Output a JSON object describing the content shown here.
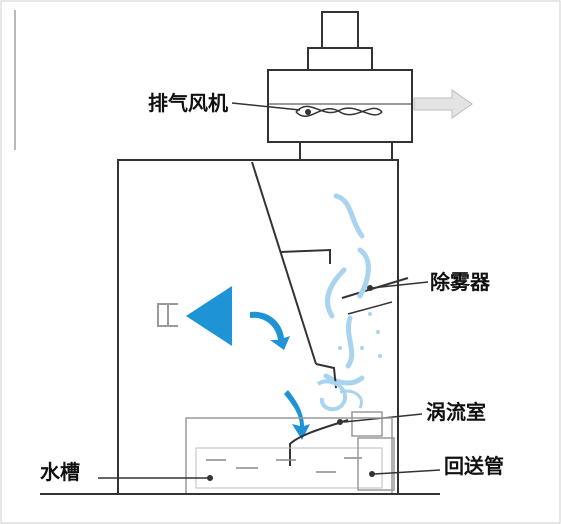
{
  "labels": {
    "exhaust_fan": "排气风机",
    "demister": "除雾器",
    "vortex_chamber": "涡流室",
    "water_tank": "水槽",
    "return_pipe": "回送管"
  },
  "colors": {
    "outline": "#333333",
    "spray_blue": "#1e93d6",
    "mist_blue": "#a9d4ef",
    "flow_gray": "#cfcfcf"
  },
  "icons": {
    "fan": "fan-icon",
    "inlet": "spray-cone-icon",
    "exhaust": "exhaust-arrow-icon"
  }
}
